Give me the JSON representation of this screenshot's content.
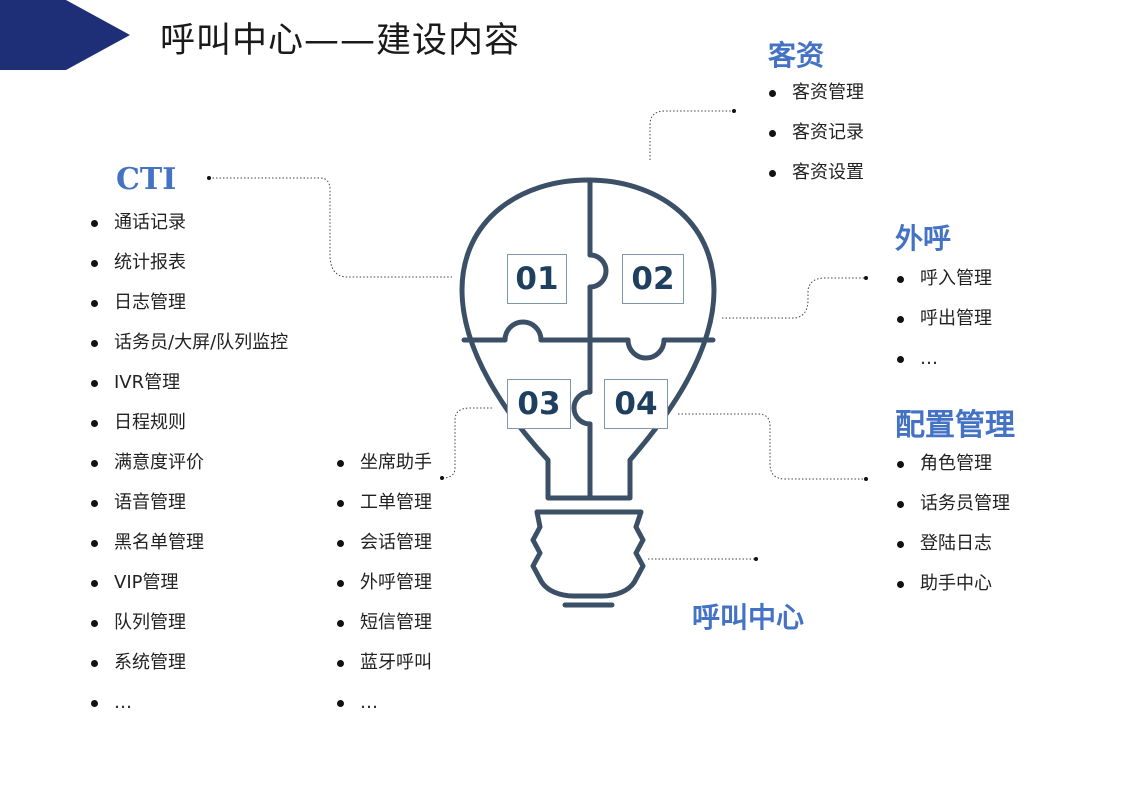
{
  "title": "呼叫中心——建设内容",
  "colors": {
    "accent": "#4472c4",
    "banner": "#1e2f78",
    "bulb": "#3b4f66"
  },
  "cti": {
    "heading": "CTI",
    "items": [
      "通话记录",
      "统计报表",
      "日志管理",
      "话务员/大屏/队列监控",
      "IVR管理",
      "日程规则",
      "满意度评价",
      "语音管理",
      "黑名单管理",
      "VIP管理",
      "队列管理",
      "系统管理",
      "…"
    ]
  },
  "middle": {
    "items": [
      "坐席助手",
      "工单管理",
      "会话管理",
      "外呼管理",
      "短信管理",
      "蓝牙呼叫",
      "…"
    ]
  },
  "kezi": {
    "heading": "客资",
    "items": [
      "客资管理",
      "客资记录",
      "客资设置"
    ]
  },
  "waihu": {
    "heading": "外呼",
    "items": [
      "呼入管理",
      "呼出管理",
      "…"
    ]
  },
  "peizhi": {
    "heading": "配置管理",
    "items": [
      "角色管理",
      "话务员管理",
      "登陆日志",
      "助手中心"
    ]
  },
  "center_label": "呼叫中心",
  "numbers": [
    "01",
    "02",
    "03",
    "04"
  ]
}
